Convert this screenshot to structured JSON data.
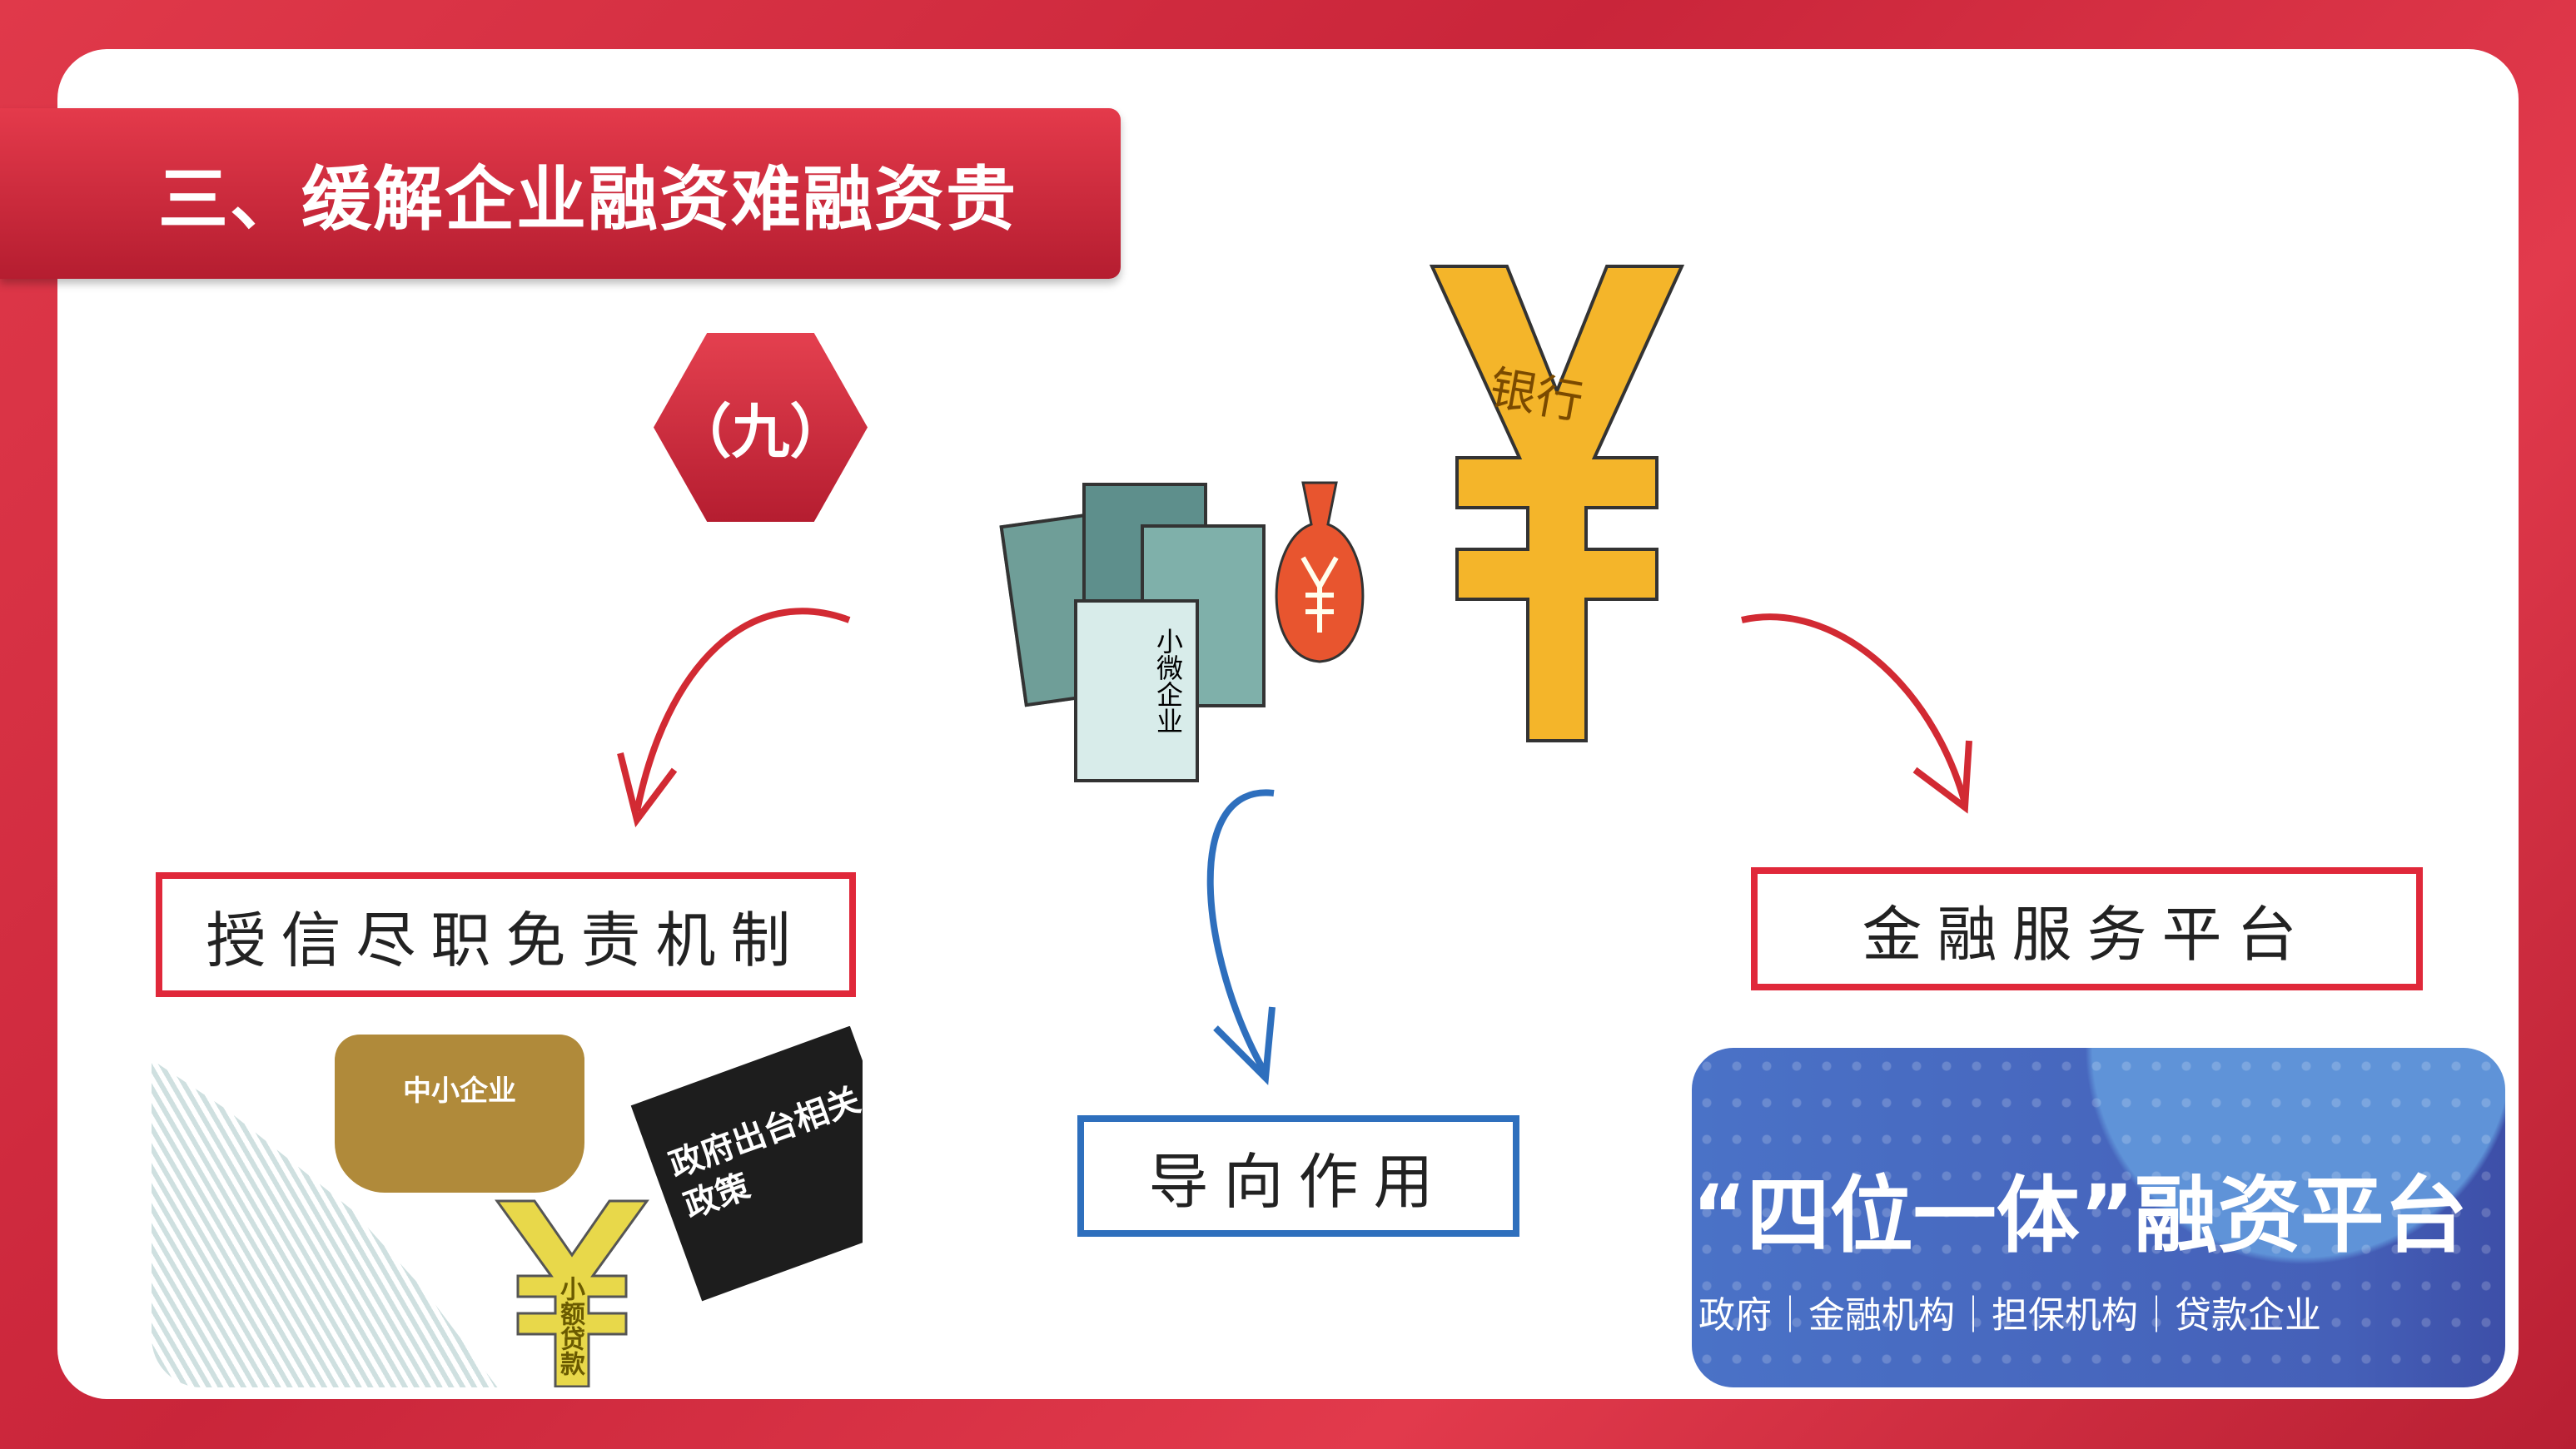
{
  "header": {
    "title": "三、缓解企业融资难融资贵",
    "section_badge": "（九）"
  },
  "illustration": {
    "bank_label": "银行",
    "enterprise_label": "小微企业"
  },
  "boxes": {
    "credit": "授信尽职免责机制",
    "guide": "导向作用",
    "platform": "金融服务平台"
  },
  "left_image": {
    "basket_label": "中小企业",
    "sleeve_label": "政府出台相关政策",
    "key_label": "小额贷款"
  },
  "platform_image": {
    "title": "“四位一体”融资平台",
    "subtitle": "政府｜金融机构｜担保机构｜贷款企业"
  },
  "colors": {
    "accent_red": "#e0283a",
    "accent_blue": "#2e6fbd"
  }
}
